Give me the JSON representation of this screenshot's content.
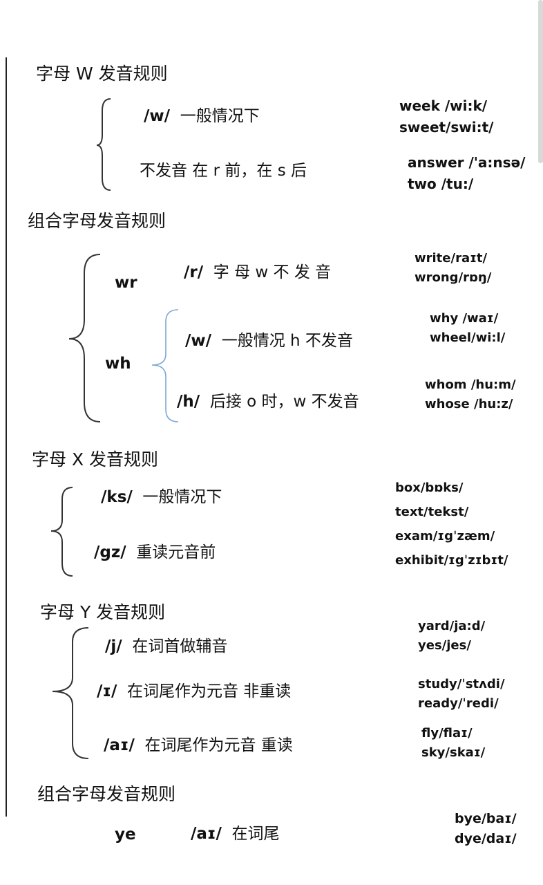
{
  "sections": {
    "w": {
      "title": "字母 W 发音规则",
      "rule1": {
        "sound": "/w/",
        "desc": "一般情况下"
      },
      "rule2": {
        "desc": "不发音  在 r 前，在 s 后"
      },
      "examples1": [
        "week /wi:k/",
        "sweet/swi:t/"
      ],
      "examples2": [
        "answer /'a:nsə/",
        "two /tu:/"
      ]
    },
    "combo1": {
      "title": "组合字母发音规则",
      "wr": {
        "letters": "wr",
        "sound": "/r/",
        "desc": "字 母  w 不 发 音",
        "examples": [
          "write/raɪt/",
          "wrong/rɒŋ/"
        ]
      },
      "wh": {
        "letters": "wh",
        "rule1": {
          "sound": "/w/",
          "desc": "一般情况  h 不发音",
          "examples": [
            "why /waɪ/",
            "wheel/wi:l/"
          ]
        },
        "rule2": {
          "sound": "/h/",
          "desc": "后接 o 时，w 不发音",
          "examples": [
            "whom /hu:m/",
            "whose /hu:z/"
          ]
        }
      }
    },
    "x": {
      "title": "字母 X 发音规则",
      "rule1": {
        "sound": "/ks/",
        "desc": "一般情况下"
      },
      "rule2": {
        "sound": "/gz/",
        "desc": "重读元音前"
      },
      "examples": [
        "box/bɒks/",
        "text/tekst/",
        "exam/ɪgˈzæm/",
        "exhibit/ɪgˈzɪbɪt/"
      ]
    },
    "y": {
      "title": "字母 Y 发音规则",
      "rule1": {
        "sound": "/j/",
        "desc": "在词首做辅音",
        "examples": [
          "yard/ja:d/",
          "yes/jes/"
        ]
      },
      "rule2": {
        "sound": "/ɪ/",
        "desc": "在词尾作为元音  非重读",
        "examples": [
          "study/ˈstʌdi/",
          "ready/ˈredi/"
        ]
      },
      "rule3": {
        "sound": "/aɪ/",
        "desc": "在词尾作为元音  重读",
        "examples": [
          "fly/flaɪ/",
          "sky/skaɪ/"
        ]
      }
    },
    "combo2": {
      "title": "组合字母发音规则",
      "ye": {
        "letters": "ye",
        "sound": "/aɪ/",
        "desc": "在词尾",
        "examples": [
          "bye/baɪ/",
          "dye/daɪ/"
        ]
      }
    }
  },
  "colors": {
    "text": "#111111",
    "brace": "#333333",
    "blue_brace": "#7aa7d6"
  }
}
